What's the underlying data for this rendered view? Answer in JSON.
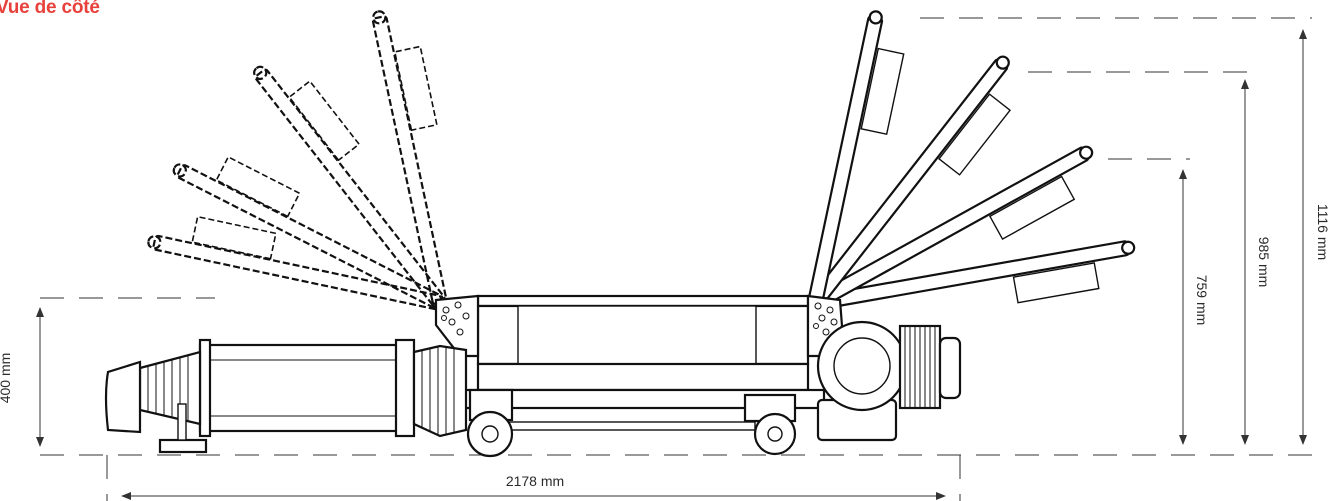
{
  "title": "Vue de côté",
  "dimensions": {
    "width": "2178 mm",
    "height_stowed": "400 mm",
    "height_1": "759 mm",
    "height_2": "985 mm",
    "height_3": "1116 mm"
  },
  "colors": {
    "title": "#e8413c",
    "line": "#111111",
    "dimension": "#333333"
  }
}
